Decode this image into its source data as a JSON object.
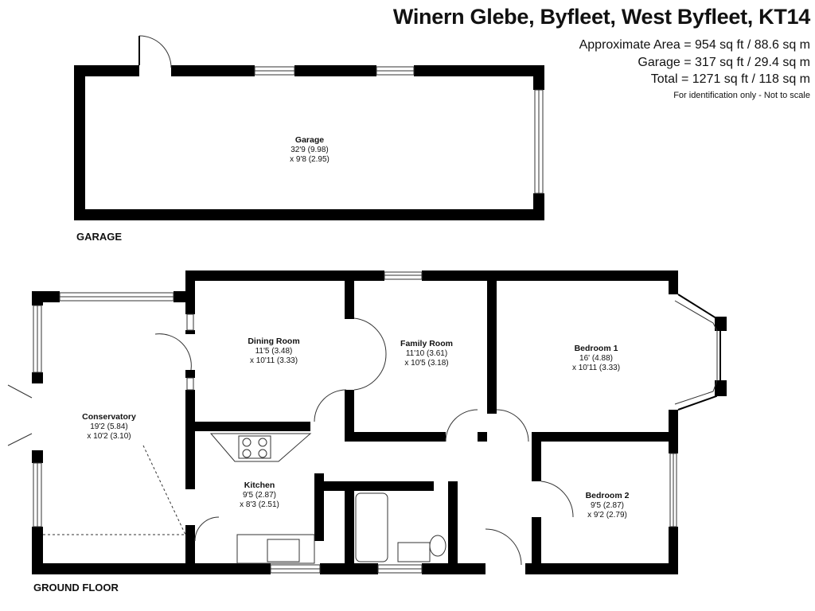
{
  "header": {
    "title": "Winern Glebe, Byfleet, West Byfleet, KT14",
    "approx_area": "Approximate Area = 954 sq ft / 88.6 sq m",
    "garage_area": "Garage = 317 sq ft / 29.4 sq m",
    "total_area": "Total = 1271 sq ft / 118 sq m",
    "note": "For identification only - Not to scale"
  },
  "floors": {
    "garage": "GARAGE",
    "ground": "GROUND FLOOR"
  },
  "rooms": {
    "garage": {
      "name": "Garage",
      "dim1": "32'9 (9.98)",
      "dim2": "x 9'8 (2.95)"
    },
    "conservatory": {
      "name": "Conservatory",
      "dim1": "19'2 (5.84)",
      "dim2": "x 10'2 (3.10)"
    },
    "dining": {
      "name": "Dining Room",
      "dim1": "11'5 (3.48)",
      "dim2": "x 10'11 (3.33)"
    },
    "family": {
      "name": "Family Room",
      "dim1": "11'10 (3.61)",
      "dim2": "x 10'5 (3.18)"
    },
    "bedroom1": {
      "name": "Bedroom 1",
      "dim1": "16' (4.88)",
      "dim2": "x 10'11 (3.33)"
    },
    "kitchen": {
      "name": "Kitchen",
      "dim1": "9'5 (2.87)",
      "dim2": "x 8'3 (2.51)"
    },
    "bedroom2": {
      "name": "Bedroom 2",
      "dim1": "9'5 (2.87)",
      "dim2": "x 9'2 (2.79)"
    }
  }
}
